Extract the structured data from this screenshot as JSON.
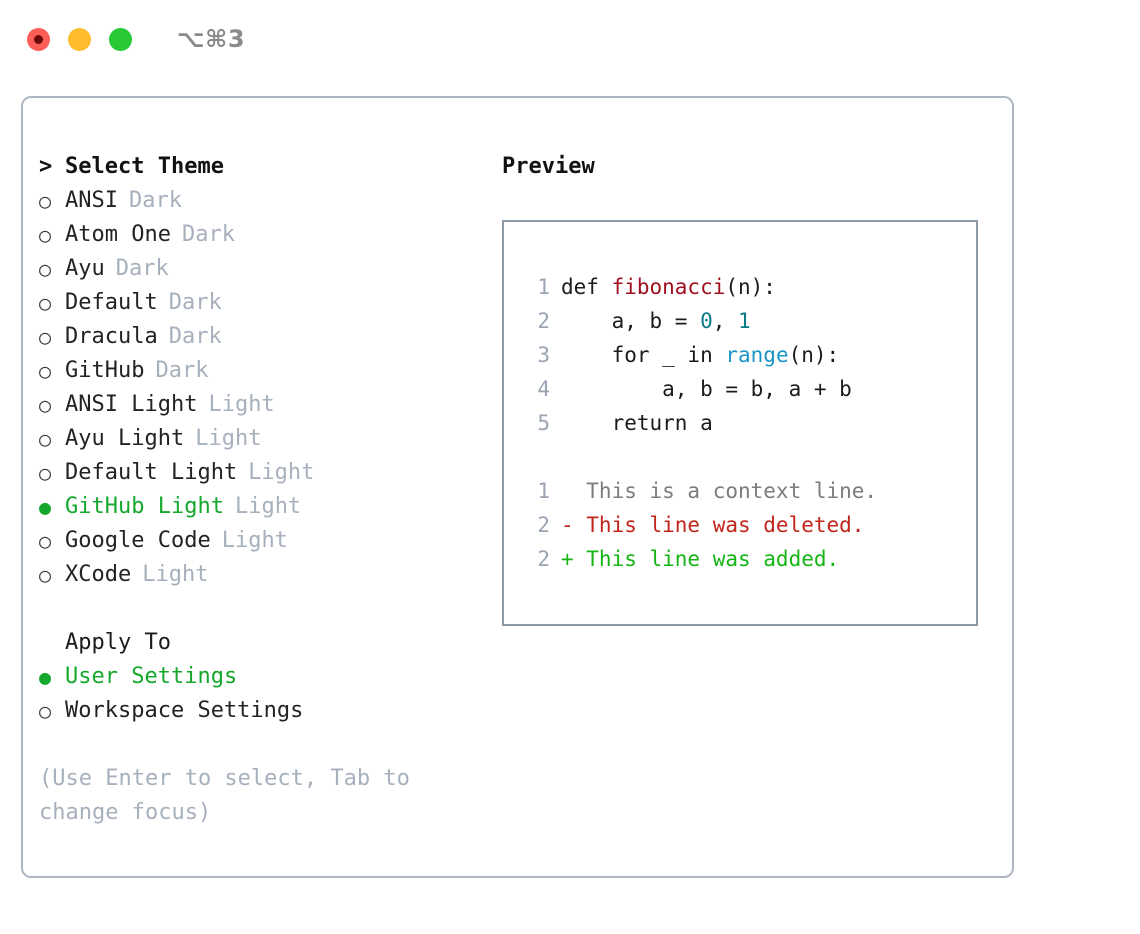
{
  "titlebar": {
    "shortcut": "⌥⌘3",
    "lights": [
      {
        "name": "close",
        "color": "#fc5d56"
      },
      {
        "name": "minimize",
        "color": "#fdbc2e"
      },
      {
        "name": "maximize",
        "color": "#27ca36"
      }
    ]
  },
  "theme_picker": {
    "caret": ">",
    "header": "Select Theme",
    "bullet_selected": "●",
    "bullet_unselected": "○",
    "items": [
      {
        "name": "ANSI",
        "badge": "Dark",
        "selected": false
      },
      {
        "name": "Atom One",
        "badge": "Dark",
        "selected": false
      },
      {
        "name": "Ayu",
        "badge": "Dark",
        "selected": false
      },
      {
        "name": "Default",
        "badge": "Dark",
        "selected": false
      },
      {
        "name": "Dracula",
        "badge": "Dark",
        "selected": false
      },
      {
        "name": "GitHub",
        "badge": "Dark",
        "selected": false
      },
      {
        "name": "ANSI Light",
        "badge": "Light",
        "selected": false
      },
      {
        "name": "Ayu Light",
        "badge": "Light",
        "selected": false
      },
      {
        "name": "Default Light",
        "badge": "Light",
        "selected": false
      },
      {
        "name": "GitHub Light",
        "badge": "Light",
        "selected": true
      },
      {
        "name": "Google Code",
        "badge": "Light",
        "selected": false
      },
      {
        "name": "XCode",
        "badge": "Light",
        "selected": false
      }
    ]
  },
  "apply_to": {
    "label": "Apply To",
    "options": [
      {
        "name": "User Settings",
        "selected": true
      },
      {
        "name": "Workspace Settings",
        "selected": false
      }
    ]
  },
  "hint": "(Use Enter to select, Tab to change focus)",
  "preview": {
    "title": "Preview",
    "code_lines": [
      {
        "no": "1",
        "tokens": [
          {
            "t": "def ",
            "c": "tok-def"
          },
          {
            "t": "fibonacci",
            "c": "tok-fn"
          },
          {
            "t": "(n):",
            "c": "tok-punct"
          }
        ]
      },
      {
        "no": "2",
        "tokens": [
          {
            "t": "    a, b = ",
            "c": "tok-punct"
          },
          {
            "t": "0",
            "c": "tok-num"
          },
          {
            "t": ", ",
            "c": "tok-punct"
          },
          {
            "t": "1",
            "c": "tok-num"
          }
        ]
      },
      {
        "no": "3",
        "tokens": [
          {
            "t": "    for _ in ",
            "c": "tok-def"
          },
          {
            "t": "range",
            "c": "tok-builtin"
          },
          {
            "t": "(n):",
            "c": "tok-punct"
          }
        ]
      },
      {
        "no": "4",
        "tokens": [
          {
            "t": "        a, b = b, a + b",
            "c": "tok-punct"
          }
        ]
      },
      {
        "no": "5",
        "tokens": [
          {
            "t": "    return a",
            "c": "tok-def"
          }
        ]
      }
    ],
    "diff_lines": [
      {
        "no": "1",
        "text": "  This is a context line.",
        "cls": "diff-ctx"
      },
      {
        "no": "2",
        "text": "- This line was deleted.",
        "cls": "diff-del"
      },
      {
        "no": "2",
        "text": "+ This line was added.",
        "cls": "diff-add"
      }
    ]
  },
  "colors": {
    "accent_green": "#16a72d",
    "badge_gray": "#a7b0bd",
    "panel_border": "#aeb7c2",
    "code_border": "#8e99a8",
    "diff_added": "#14b514",
    "diff_deleted": "#c2261b",
    "syntax_function": "#a01020",
    "syntax_number": "#0b7a86",
    "syntax_builtin": "#1a95c4"
  }
}
